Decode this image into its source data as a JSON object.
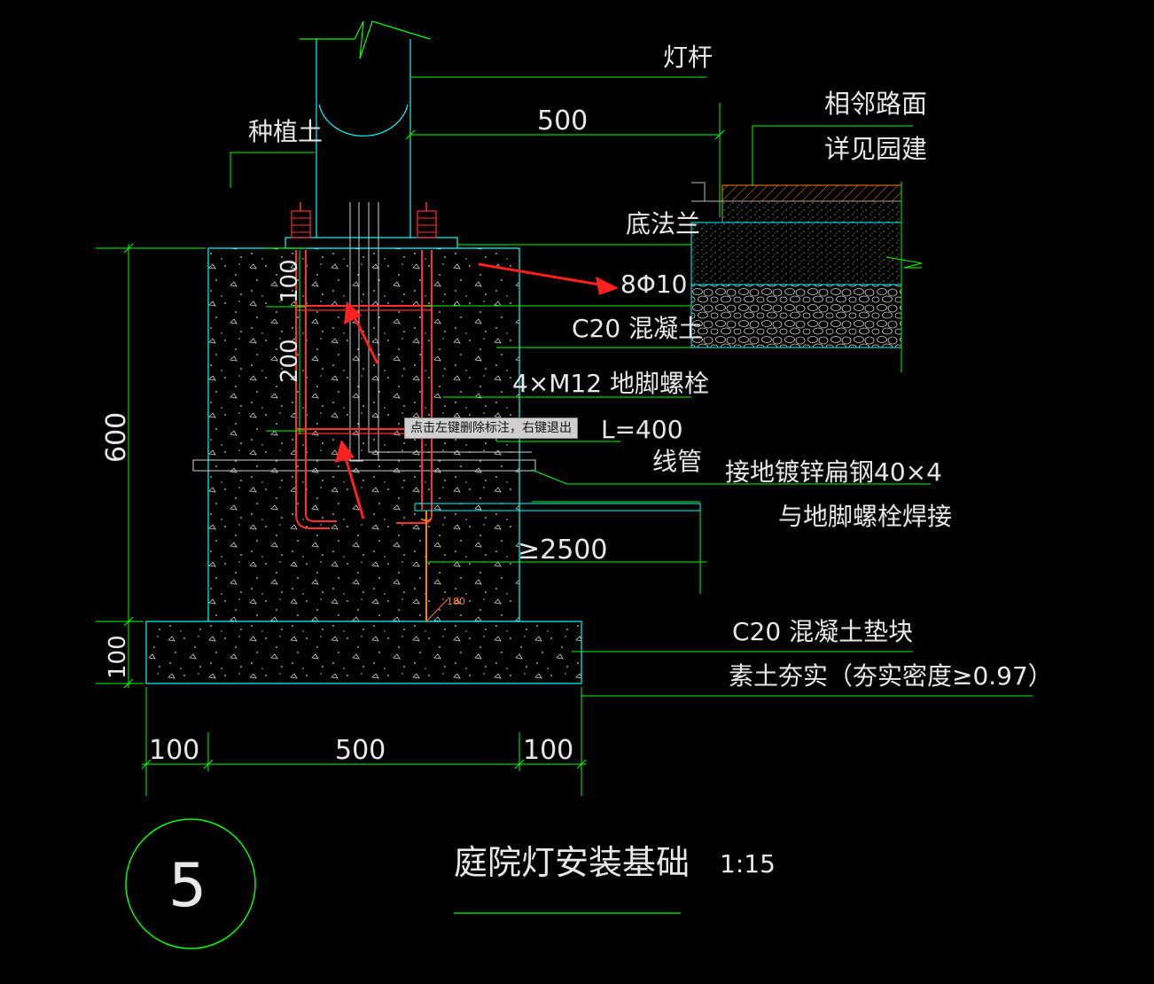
{
  "labels": {
    "pole": "灯杆",
    "adjacent_paving": "相邻路面",
    "see_landscape": "详见园建",
    "planting_soil": "种植土",
    "base_flange": "底法兰",
    "rebar": "8Φ10",
    "concrete": "C20 混凝土",
    "anchor_bolts": "4×M12 地脚螺栓",
    "bolt_length": "L=400",
    "conduit": "线管",
    "ground_steel": "接地镀锌扁钢40×4",
    "weld_note": "与地脚螺栓焊接",
    "ground_length": "≥2500",
    "pad": "C20 混凝土垫块",
    "compacted_soil": "素土夯实（夯实密度≥0.97）",
    "hook": "180"
  },
  "dims": {
    "offset": "500",
    "height": "600",
    "top_seg": "100",
    "mid_seg": "200",
    "pad_thk": "100",
    "bottom_left": "100",
    "bottom_mid": "500",
    "bottom_right": "100"
  },
  "title": {
    "number": "5",
    "name": "庭院灯安装基础",
    "scale": "1:15"
  },
  "tooltip": "点击左键删除标注，右键退出",
  "colors": {
    "background": "#000000",
    "dim_green": "#00ff00",
    "outline_cyan": "#00ffff",
    "rebar_red": "#ff3030",
    "ground_orange": "#ff7a1a",
    "text": "#e8e8e8",
    "gray": "#bdbdbd"
  }
}
